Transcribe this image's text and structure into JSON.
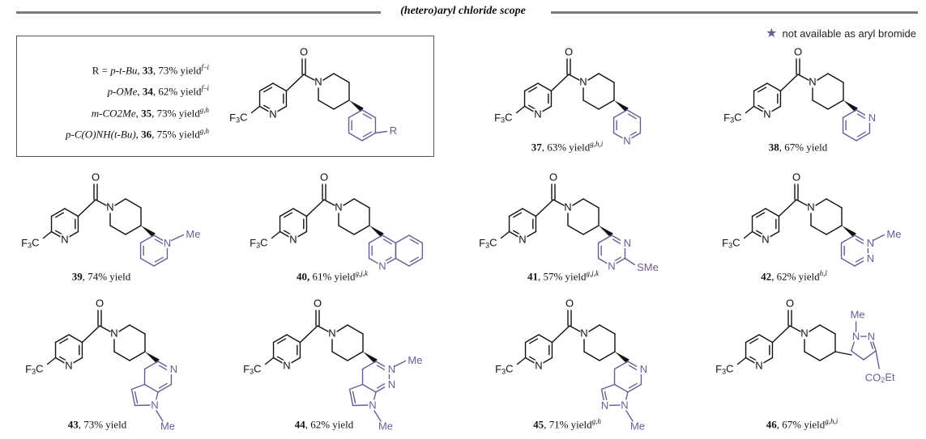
{
  "header": {
    "title": "(hetero)aryl chloride scope",
    "note": "not available as aryl bromide",
    "note_icon": "star-icon",
    "accent_color": "#6b5b95"
  },
  "rgroup_box": {
    "lines": [
      {
        "prefix": "R = ",
        "sub": "p-t-Bu",
        "num": "33",
        "yield": "73% yield",
        "sup": "f–i"
      },
      {
        "prefix": "",
        "sub": "p-OMe",
        "num": "34",
        "yield": "62% yield",
        "sup": "f–i"
      },
      {
        "prefix": "",
        "sub": "m-CO2Me",
        "num": "35",
        "yield": "73% yield",
        "sup": "g,h"
      },
      {
        "prefix": "",
        "sub": "p-C(O)NH(t-Bu)",
        "num": "36",
        "yield": "75% yield",
        "sup": "g,h"
      }
    ]
  },
  "labels": {
    "cf3": "F3C",
    "n": "N",
    "o": "O",
    "r": "R",
    "me": "Me",
    "sme": "SMe",
    "co2et": "CO2Et"
  },
  "compounds": [
    {
      "num": "37",
      "yield": "63% yield",
      "sup": "g,h,i"
    },
    {
      "num": "38",
      "yield": "67% yield",
      "sup": ""
    },
    {
      "num": "39",
      "yield": "74% yield",
      "sup": ""
    },
    {
      "num": "40,",
      "yield": "61% yield",
      "sup": "g,j,k"
    },
    {
      "num": "41",
      "yield": "57% yield",
      "sup": "g,j,k"
    },
    {
      "num": "42",
      "yield": "62% yield",
      "sup": "h,l"
    },
    {
      "num": "43",
      "yield": "73% yield",
      "sup": ""
    },
    {
      "num": "44",
      "yield": "62% yield",
      "sup": ""
    },
    {
      "num": "45",
      "yield": "71% yield",
      "sup": "g,h"
    },
    {
      "num": "46",
      "yield": "67% yield",
      "sup": "g,h,i"
    }
  ]
}
